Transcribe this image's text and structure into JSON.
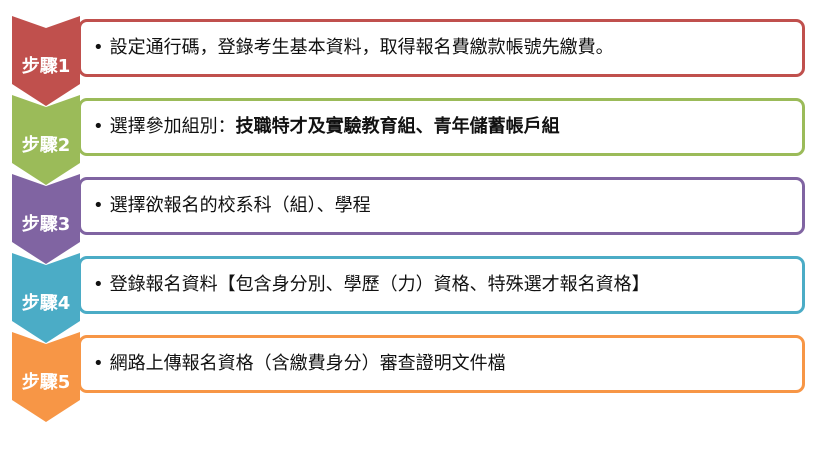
{
  "steps": [
    {
      "label": "步驟1",
      "color": "#c0504d",
      "text": "設定通行碼，登錄考生基本資料，取得報名費繳款帳號先繳費。",
      "bold_text": ""
    },
    {
      "label": "步驟2",
      "color": "#9bbb59",
      "text": "選擇參加組別：",
      "bold_text": "技職特才及實驗教育組、青年儲蓄帳戶組"
    },
    {
      "label": "步驟3",
      "color": "#8064a2",
      "text": "選擇欲報名的校系科（組）、學程",
      "bold_text": ""
    },
    {
      "label": "步驟4",
      "color": "#4bacc6",
      "text": "登錄報名資料【包含身分別、學歷（力）資格、特殊選才報名資格】",
      "bold_text": ""
    },
    {
      "label": "步驟5",
      "color": "#f79646",
      "text": "網路上傳報名資格（含繳費身分）審查證明文件檔",
      "bold_text": ""
    }
  ]
}
